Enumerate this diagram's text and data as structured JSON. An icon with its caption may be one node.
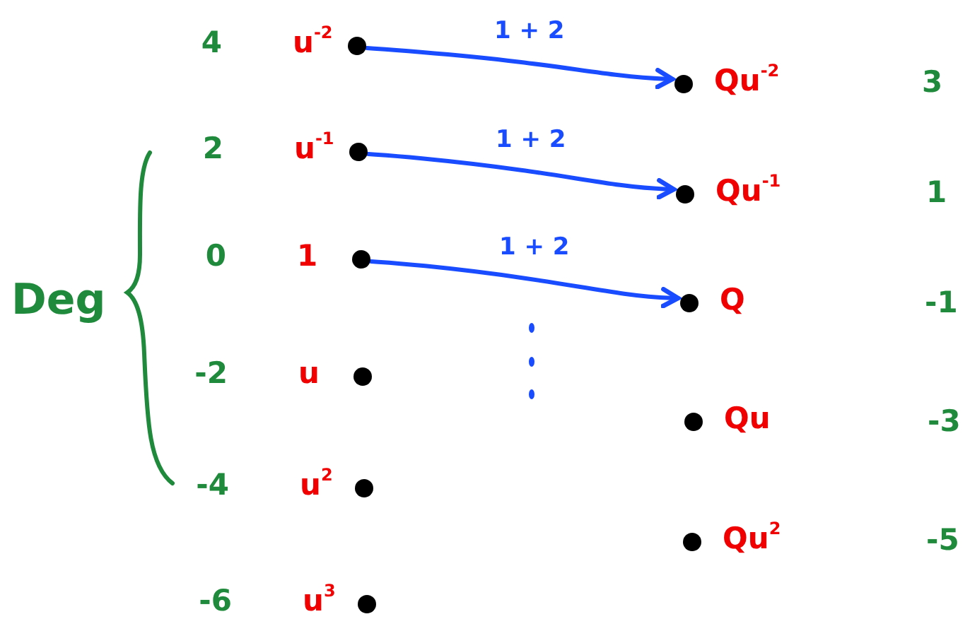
{
  "diagram": {
    "nodes": [
      {
        "text": [],
        "shape": "circle",
        "beside": [
          "4",
          "u$^{-2}$"
        ]
      },
      {
        "text": [],
        "shape": "circle",
        "beside": [
          "2",
          "u$^{-1}$"
        ]
      },
      {
        "text": [],
        "shape": "circle",
        "beside": [
          "0",
          "1"
        ]
      },
      {
        "text": [],
        "shape": "circle",
        "beside": [
          "-2",
          "u"
        ]
      },
      {
        "text": [],
        "shape": "circle",
        "beside": [
          "-4",
          "u$^{2}$"
        ]
      },
      {
        "text": [],
        "shape": "circle",
        "beside": [
          "-6",
          "u$^{3}$"
        ]
      },
      {
        "text": [],
        "shape": "circle",
        "beside": [
          "Qu$^{-2}$"
        ]
      },
      {
        "text": [],
        "shape": "circle",
        "beside": [
          "Qu$^{-1}$"
        ]
      },
      {
        "text": [],
        "shape": "circle",
        "beside": [
          "Q"
        ]
      },
      {
        "text": [],
        "shape": "circle",
        "beside": [
          "Qu"
        ]
      },
      {
        "text": [],
        "shape": "circle",
        "beside": [
          "Qu$^{2}$"
        ]
      }
    ],
    "edges": [
      {
        "from": 0,
        "to": 6,
        "arrow": "to",
        "label": "1 + 2"
      },
      {
        "from": 1,
        "to": 7,
        "arrow": "to",
        "label": "1 + 2"
      },
      {
        "from": 2,
        "to": 8,
        "arrow": "to",
        "label": "1 + 2"
      }
    ],
    "labels": [
      "Deg",
      "3",
      "1",
      "-1",
      "-3",
      "-5"
    ]
  }
}
